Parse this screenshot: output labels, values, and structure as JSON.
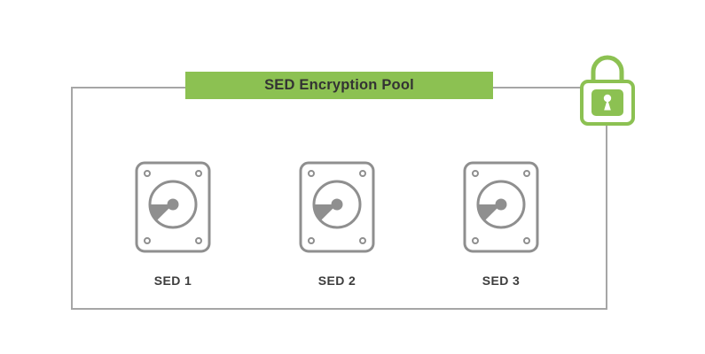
{
  "diagram": {
    "title": "SED Encryption Pool",
    "drives": [
      {
        "label": "SED 1"
      },
      {
        "label": "SED 2"
      },
      {
        "label": "SED 3"
      }
    ],
    "icons": {
      "lock": "padlock-icon",
      "drive": "hdd-icon"
    },
    "colors": {
      "accent_green": "#8CC152",
      "line_gray": "#A6A6A6",
      "icon_gray": "#8F8F8F",
      "label_text": "#3D3D3D",
      "banner_text": "#333333"
    }
  }
}
